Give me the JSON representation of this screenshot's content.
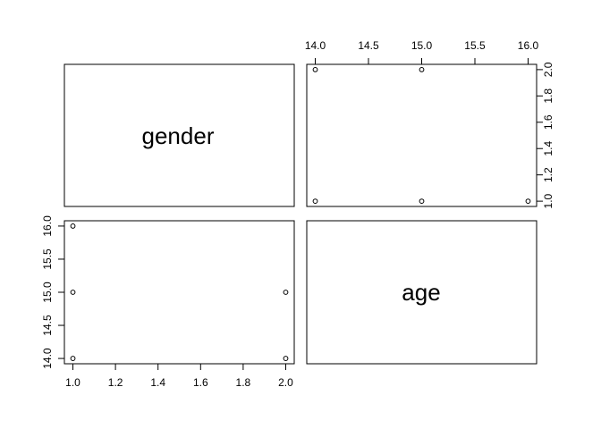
{
  "chart_data": {
    "type": "scatter",
    "variables": [
      "gender",
      "age"
    ],
    "observations": [
      {
        "gender": 2,
        "age": 14
      },
      {
        "gender": 2,
        "age": 15
      },
      {
        "gender": 1,
        "age": 14
      },
      {
        "gender": 1,
        "age": 15
      },
      {
        "gender": 1,
        "age": 16
      }
    ],
    "axes": {
      "gender": {
        "lim": [
          0.96,
          2.04
        ],
        "ticks": [
          "1.0",
          "1.2",
          "1.4",
          "1.6",
          "1.8",
          "2.0"
        ]
      },
      "age": {
        "lim": [
          13.92,
          16.08
        ],
        "ticks": [
          "14.0",
          "14.5",
          "15.0",
          "15.5",
          "16.0"
        ]
      }
    },
    "panels": [
      {
        "row": 0,
        "col": 0,
        "kind": "label",
        "text": "gender"
      },
      {
        "row": 0,
        "col": 1,
        "kind": "scatter",
        "x": "age",
        "y": "gender",
        "axis_top": "age",
        "axis_right": "gender"
      },
      {
        "row": 1,
        "col": 0,
        "kind": "scatter",
        "x": "gender",
        "y": "age",
        "axis_bottom": "gender",
        "axis_left": "age"
      },
      {
        "row": 1,
        "col": 1,
        "kind": "label",
        "text": "age"
      }
    ],
    "grid": false,
    "legend": "none"
  }
}
